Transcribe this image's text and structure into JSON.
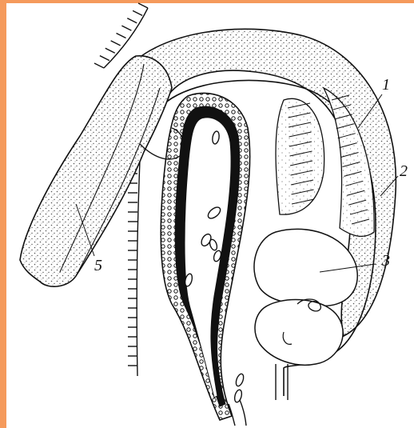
{
  "frame": {
    "accent_color": "#f59a5c"
  },
  "labels": {
    "l1": "1",
    "l2": "2",
    "l3": "3",
    "l5": "5"
  },
  "colors": {
    "ink": "#111111",
    "dot": "#555555",
    "paper": "#ffffff"
  }
}
